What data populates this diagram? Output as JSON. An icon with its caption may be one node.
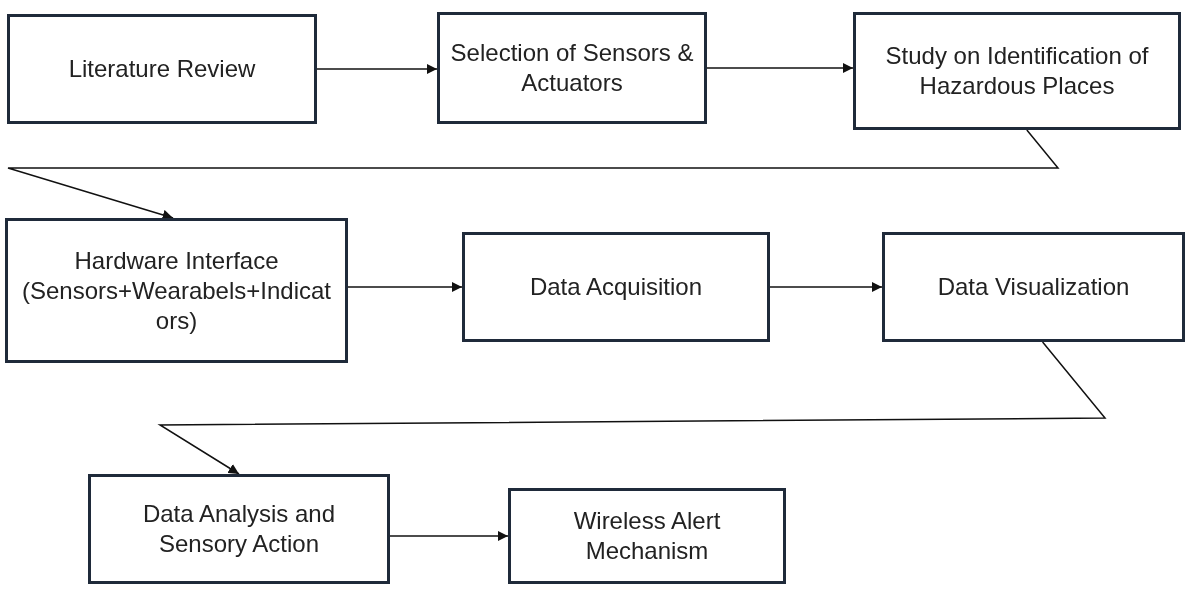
{
  "diagram": {
    "nodes": [
      {
        "text": [
          "Literature Review"
        ]
      },
      {
        "text": [
          "Selection of Sensors & Actuators"
        ]
      },
      {
        "text": [
          "Study on Identification of Hazardous Places"
        ]
      },
      {
        "text": [
          "Hardware Interface (Sensors+Wearabels+Indicators)"
        ]
      },
      {
        "text": [
          "Data Acquisition"
        ]
      },
      {
        "text": [
          "Data Visualization"
        ]
      },
      {
        "text": [
          "Data Analysis and Sensory Action"
        ]
      },
      {
        "text": [
          "Wireless Alert Mechanism"
        ]
      }
    ],
    "edges": [
      {
        "from": 0,
        "to": 1,
        "arrow": "to"
      },
      {
        "from": 1,
        "to": 2,
        "arrow": "to"
      },
      {
        "from": 2,
        "to": 3,
        "arrow": "to"
      },
      {
        "from": 3,
        "to": 4,
        "arrow": "to"
      },
      {
        "from": 4,
        "to": 5,
        "arrow": "to"
      },
      {
        "from": 5,
        "to": 6,
        "arrow": "to"
      },
      {
        "from": 6,
        "to": 7,
        "arrow": "to"
      }
    ]
  }
}
